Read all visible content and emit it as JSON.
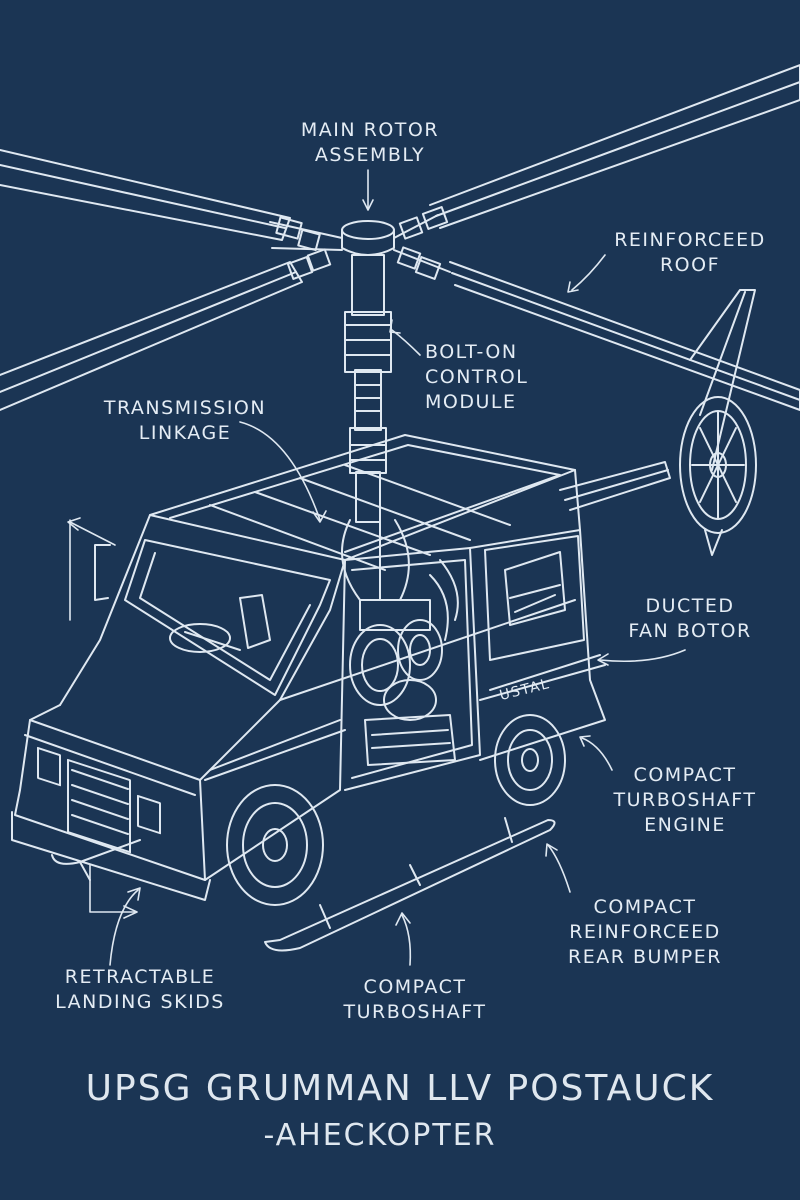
{
  "labels": {
    "main_rotor": "MAIN ROTOR\nASSEMBLY",
    "roof": "REINFORCEED\nROOF",
    "control_module": "BOLT-ON\nCONTROL\nMODULE",
    "transmission": "TRANSMISSION\nLINKAGE",
    "ducted_fan": "DUCTED\nFAN BOTOR",
    "engine": "COMPACT\nTURBOSHAFT\nENGINE",
    "rear_bumper": "COMPACT\nREINFORCEED\nREAR BUMPER",
    "skids": "RETRACTABLE\nLANDING SKIDS",
    "turboshaft": "COMPACT\nTURBOSHAFT",
    "body_text": "USTAL"
  },
  "title": {
    "line1": "UPSG GRUMMAN LLV POSTAUCK",
    "line2": "-AHECKOPTER"
  },
  "colors": {
    "background": "#1b3554",
    "linework": "#dfe8f1"
  }
}
